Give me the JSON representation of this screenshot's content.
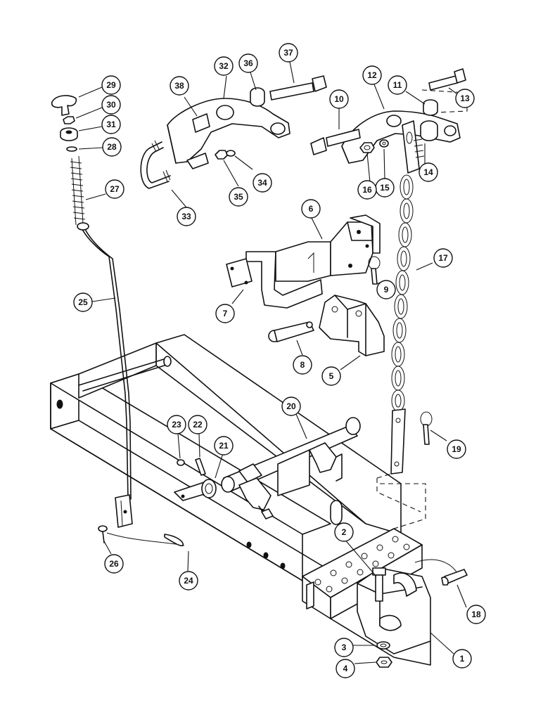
{
  "diagram": {
    "type": "exploded parts diagram",
    "callouts": [
      {
        "label": "1"
      },
      {
        "label": "2"
      },
      {
        "label": "3"
      },
      {
        "label": "4"
      },
      {
        "label": "5"
      },
      {
        "label": "6"
      },
      {
        "label": "7"
      },
      {
        "label": "8"
      },
      {
        "label": "9"
      },
      {
        "label": "10"
      },
      {
        "label": "11"
      },
      {
        "label": "12"
      },
      {
        "label": "13"
      },
      {
        "label": "14"
      },
      {
        "label": "15"
      },
      {
        "label": "16"
      },
      {
        "label": "17"
      },
      {
        "label": "18"
      },
      {
        "label": "19"
      },
      {
        "label": "20"
      },
      {
        "label": "21"
      },
      {
        "label": "22"
      },
      {
        "label": "23"
      },
      {
        "label": "24"
      },
      {
        "label": "25"
      },
      {
        "label": "26"
      },
      {
        "label": "27"
      },
      {
        "label": "28"
      },
      {
        "label": "29"
      },
      {
        "label": "30"
      },
      {
        "label": "31"
      },
      {
        "label": "32"
      },
      {
        "label": "33"
      },
      {
        "label": "34"
      },
      {
        "label": "35"
      },
      {
        "label": "36"
      },
      {
        "label": "37"
      },
      {
        "label": "38"
      }
    ]
  }
}
